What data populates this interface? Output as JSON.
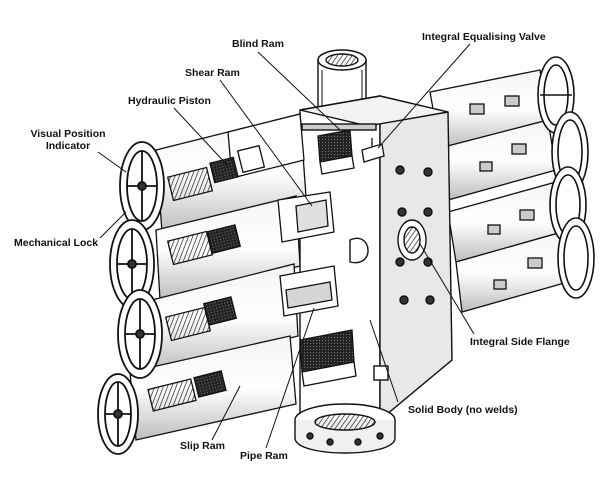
{
  "labels": {
    "blind_ram": "Blind Ram",
    "integral_equalising_valve": "Integral Equalising Valve",
    "shear_ram": "Shear Ram",
    "hydraulic_piston": "Hydraulic Piston",
    "visual_position_indicator_line1": "Visual Position",
    "visual_position_indicator_line2": "Indicator",
    "mechanical_lock": "Mechanical Lock",
    "integral_side_flange": "Integral Side Flange",
    "solid_body": "Solid Body (no welds)",
    "slip_ram": "Slip Ram",
    "pipe_ram": "Pipe Ram"
  }
}
